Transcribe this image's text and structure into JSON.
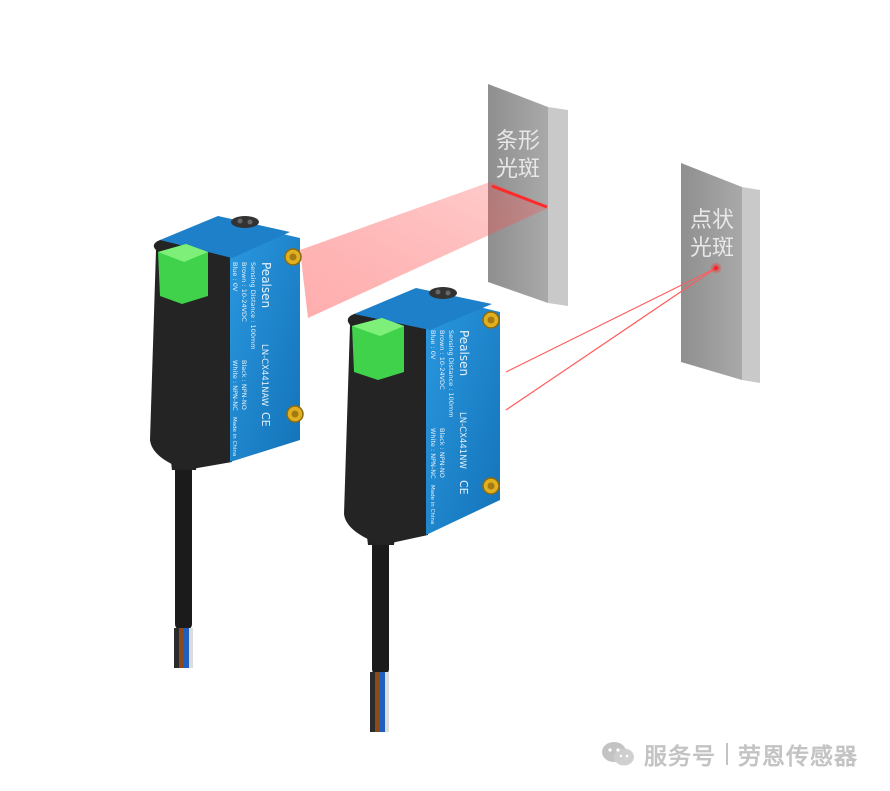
{
  "targets": {
    "left_line1": "条形",
    "left_line2": "光斑",
    "right_line1": "点状",
    "right_line2": "光斑"
  },
  "sensor_labels": {
    "brand": "Pealsen",
    "model_left": "LN-CX441NAW",
    "model_right": "LN-CX441NW",
    "sensing": "Sensing Distance : 100mm",
    "brown": "Brown : 10-24VDC",
    "blue": "Blue : 0V",
    "black": "Black : NPN-NO",
    "white": "White : NPN-NC",
    "made": "Made in China",
    "ce": "CE"
  },
  "watermark": {
    "service": "服务号",
    "company": "劳恩传感器"
  },
  "colors": {
    "sensor_blue": "#1d89d4",
    "sensor_black": "#232323",
    "indicator_green": "#3fd24a",
    "beam_red": "#ff4d4d",
    "target_gray": "#9a9a9a",
    "screw_yellow": "#e0b020"
  }
}
